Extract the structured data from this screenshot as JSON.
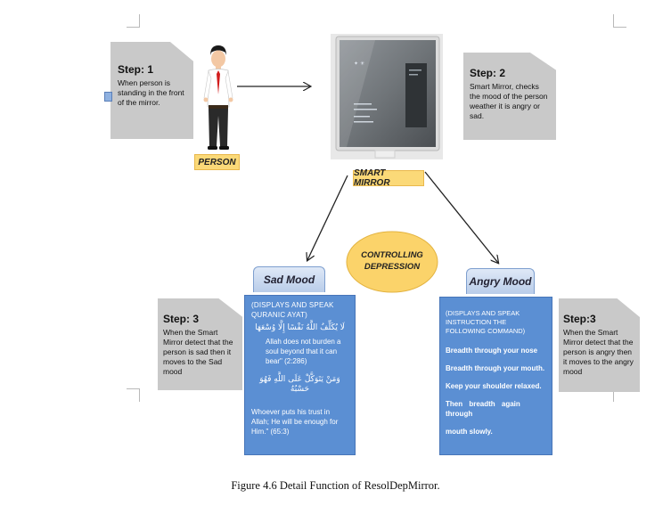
{
  "step1": {
    "title": "Step: 1",
    "text": "When person is standing in the front of the mirror."
  },
  "step2": {
    "title": "Step: 2",
    "text": "Smart Mirror, checks the mood of the person weather it is angry or sad."
  },
  "step3_left": {
    "title": "Step: 3",
    "text": "When the Smart Mirror detect that the person is sad then it moves to the Sad mood"
  },
  "step3_right": {
    "title": "Step:3",
    "text": "When the Smart Mirror detect that the person is angry then it moves to the angry mood"
  },
  "labels": {
    "person": "PERSON",
    "smart_mirror": "SMART MIRROR"
  },
  "center": {
    "line1": "CONTROLLING",
    "line2": "DEPRESSION"
  },
  "sad": {
    "tab": "Sad Mood",
    "heading": "(DISPLAYS AND SPEAK QURANIC AYAT)",
    "arabic1": "لَا يُكَلِّفُ اللَّهُ نَفْسًا إِلَّا وُسْعَهَا",
    "text1": "Allah does not burden a soul beyond that it can bear\" (2:286)",
    "arabic2": "وَمَنْ يَتَوَكَّلْ عَلَى اللَّهِ فَهُوَ حَسْبُهُ",
    "text2": "Whoever puts his trust in Allah; He will be enough for Him.\" (65:3)"
  },
  "angry": {
    "tab": "Angry Mood",
    "heading": "(DISPLAYS AND SPEAK INSTRUCTION THE FOLLOWING COMMAND)",
    "lines": [
      "Breadth through your nose",
      "Breadth through your mouth.",
      "Keep your shoulder relaxed.",
      "Then breadth again through",
      "mouth slowly."
    ]
  },
  "caption": "Figure 4.6 Detail Function of ResolDepMirror.",
  "colors": {
    "note_gray": "#c9c9c9",
    "label_yellow": "#fbd978",
    "ellipse_yellow": "#fbd36a",
    "box_blue": "#5b8fd3"
  },
  "icons": [
    "person-figure-icon",
    "smart-mirror-icon",
    "arrow-icon"
  ]
}
